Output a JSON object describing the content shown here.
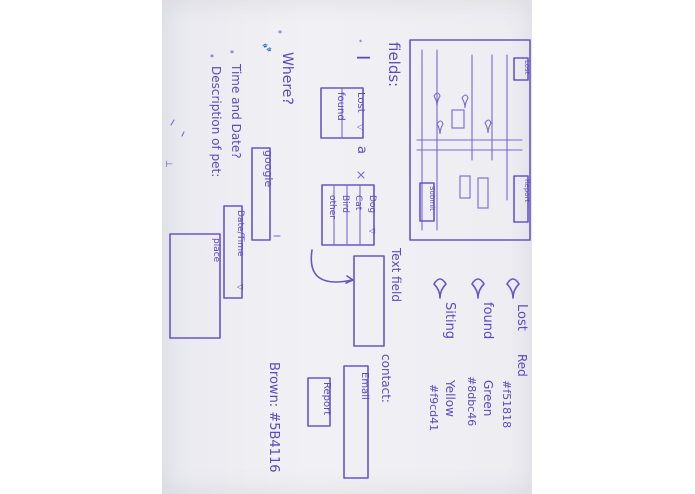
{
  "sketch": {
    "fields_heading": "fields:",
    "status_select": {
      "line1": "Lost",
      "line2": "found"
    },
    "connector_letter": "a",
    "where_label": "Where?",
    "where_input": "google",
    "animal_options": [
      "Dog",
      "Cat",
      "Bird",
      "other"
    ],
    "time_label": "Time and Date?",
    "time_input": "Date/Time",
    "description_label": "Description of pet:",
    "description_input": "place",
    "text_field_label": "Text field",
    "contact_label": "contact:",
    "contact_input": "Email",
    "report_button": "Report",
    "mockup_top_tab": "Lost",
    "mockup_side_button": "Report",
    "mockup_bottom_button": "Submit",
    "legend": [
      {
        "label": "Lost",
        "color_name": "Red",
        "hex": "#f51818"
      },
      {
        "label": "found",
        "color_name": "Green",
        "hex": "#8dbc46"
      },
      {
        "label": "Siting",
        "color_name": "Yellow",
        "hex": "#f9cd41"
      }
    ],
    "brown_note": "Brown: #5B4116"
  },
  "colors": {
    "ink": "#6a55c8",
    "paper": "#ececf2"
  }
}
